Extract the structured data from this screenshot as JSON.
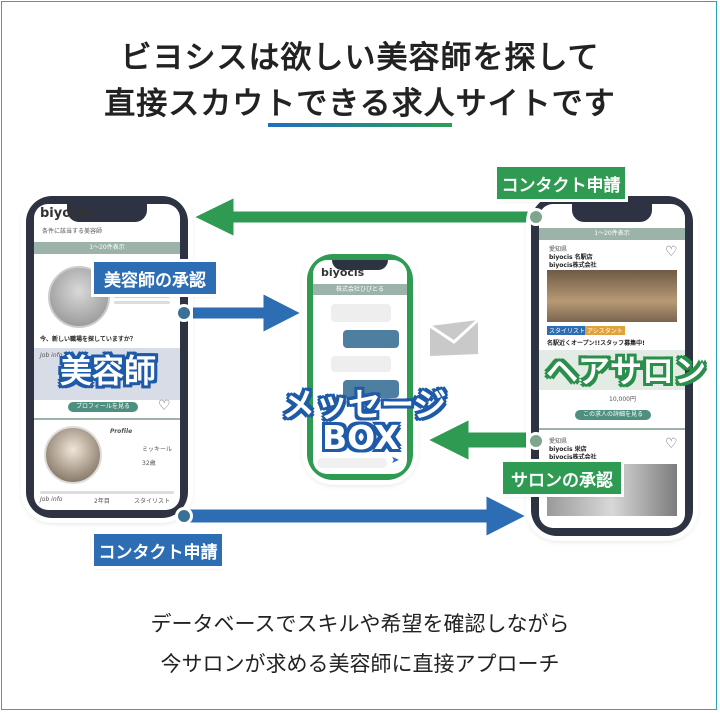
{
  "headline": {
    "line1": "ビヨシスは欲しい美容師を探して",
    "line2": "直接スカウトできる求人サイトです"
  },
  "labels": {
    "contact_top": "コンタクト申請",
    "stylist_approval": "美容師の承認",
    "salon_approval": "サロンの承認",
    "contact_bottom": "コンタクト申請"
  },
  "big": {
    "stylist": "美容師",
    "message_line1": "メッセージ",
    "message_line2": "BOX",
    "salon": "ヘアサロン"
  },
  "left_phone": {
    "logo": "biyocis",
    "search_text": "条件に該当する美容師",
    "banner": "1〜20件表示",
    "question": "今、新しい職場を探していますか？",
    "section_job": "Job info",
    "button": "プロフィールを見る",
    "section_profile": "Profile",
    "name_value": "ミッキール",
    "age_value": "32歳",
    "section_job2": "Job info",
    "experience_value": "2年目",
    "position_value": "スタイリスト"
  },
  "center_phone": {
    "logo": "biyocis",
    "header": "株式会社ひびとる"
  },
  "right_phone": {
    "banner": "1〜20件表示",
    "pref1": "愛知県",
    "salon1": "biyocis 名駅店",
    "company1": "biyocis株式会社",
    "tag1": "スタイリスト",
    "tag2": "アシスタント",
    "desc": "名駅近くオープン!!スタッフ募集中!",
    "salary_value": "10,000円",
    "button": "この求人の詳細を見る",
    "pref2": "愛知県",
    "salon2": "biyocis 栄店",
    "company2": "biyocis株式会社"
  },
  "caption": {
    "line1": "データベースでスキルや希望を確認しながら",
    "line2": "今サロンが求める美容師に直接アプローチ"
  },
  "colors": {
    "blue": "#2c6db3",
    "green": "#2e9a52",
    "teal_frame": "#2aa6b8",
    "phone_body": "#2d3342"
  }
}
